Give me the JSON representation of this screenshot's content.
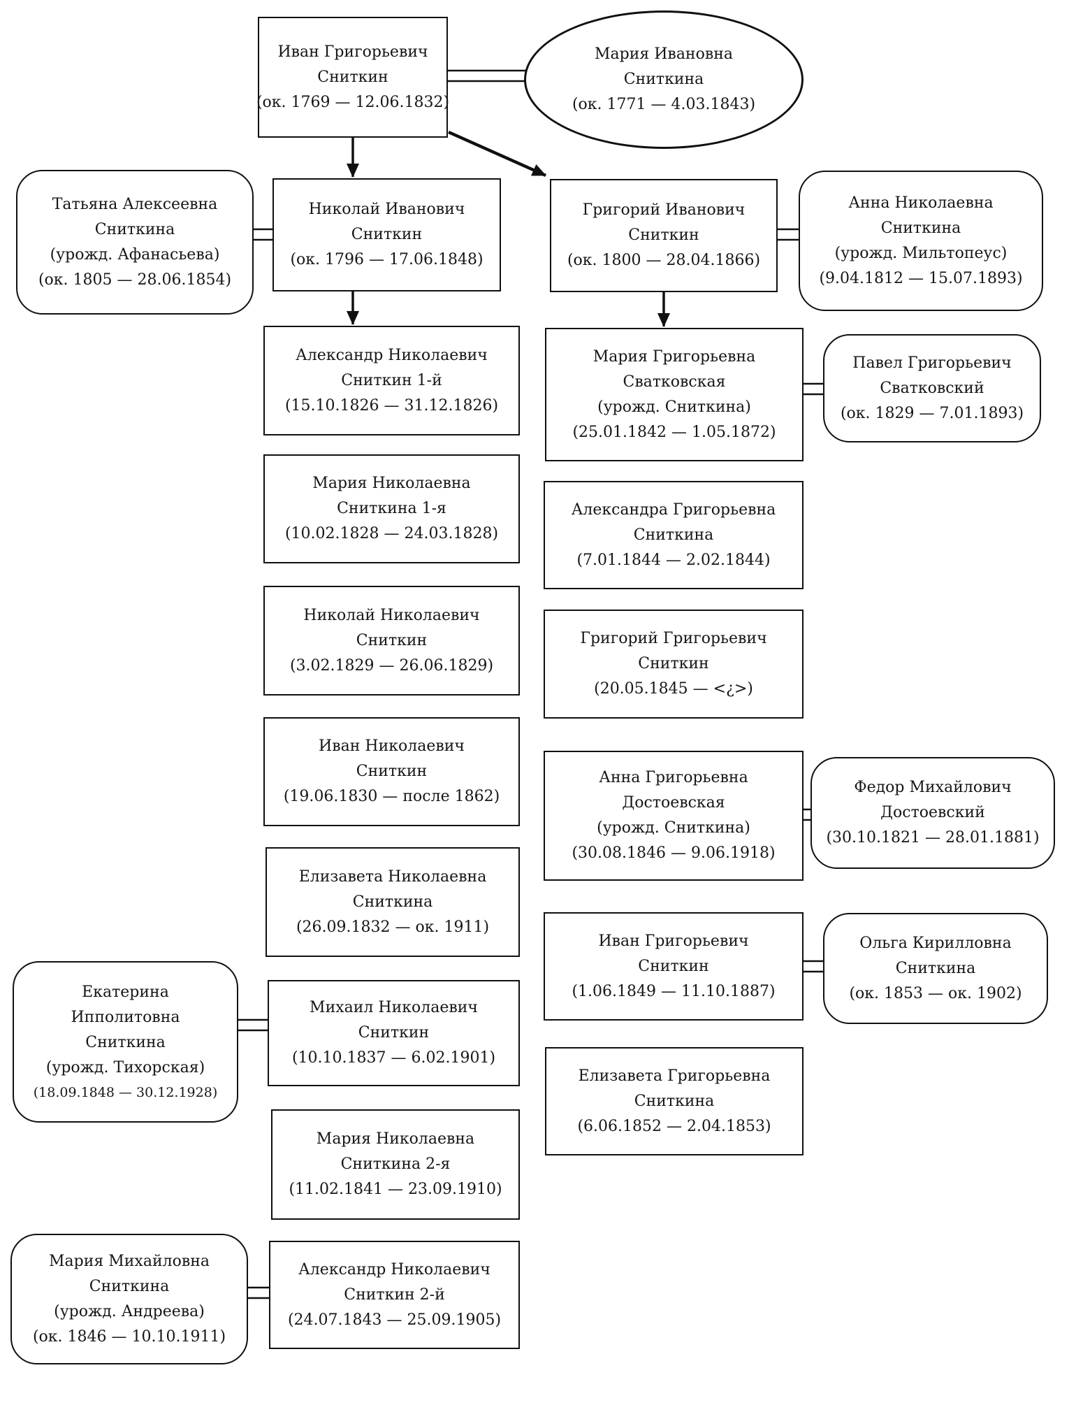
{
  "nodes": [
    {
      "id": "ivan-g-snitkin-sr",
      "lines": [
        "Иван Григорьевич",
        "Сниткин",
        "(ок. 1769 — 12.06.1832)"
      ]
    },
    {
      "id": "maria-i-snitkina",
      "lines": [
        "Мария Ивановна",
        "Сниткина",
        "(ок. 1771 — 4.03.1843)"
      ]
    },
    {
      "id": "tatiana-a-snitkina",
      "lines": [
        "Татьяна Алексеевна",
        "Сниткина",
        "(урожд. Афанасьева)",
        "(ок. 1805 — 28.06.1854)"
      ]
    },
    {
      "id": "nikolai-i-snitkin",
      "lines": [
        "Николай Иванович",
        "Сниткин",
        "(ок. 1796 — 17.06.1848)"
      ]
    },
    {
      "id": "grigory-i-snitkin",
      "lines": [
        "Григорий Иванович",
        "Сниткин",
        "(ок. 1800 — 28.04.1866)"
      ]
    },
    {
      "id": "anna-n-snitkina",
      "lines": [
        "Анна Николаевна",
        "Сниткина",
        "(урожд. Мильтопеус)",
        "(9.04.1812 — 15.07.1893)"
      ]
    },
    {
      "id": "alexander-n-snitkin-1",
      "lines": [
        "Александр Николаевич",
        "Сниткин 1-й",
        "(15.10.1826 — 31.12.1826)"
      ]
    },
    {
      "id": "maria-n-snitkina-1",
      "lines": [
        "Мария Николаевна",
        "Сниткина 1-я",
        "(10.02.1828 — 24.03.1828)"
      ]
    },
    {
      "id": "nikolai-n-snitkin",
      "lines": [
        "Николай Николаевич",
        "Сниткин",
        "(3.02.1829 — 26.06.1829)"
      ]
    },
    {
      "id": "ivan-n-snitkin",
      "lines": [
        "Иван Николаевич",
        "Сниткин",
        "(19.06.1830 — после 1862)"
      ]
    },
    {
      "id": "elizaveta-n-snitkina",
      "lines": [
        "Елизавета Николаевна",
        "Сниткина",
        "(26.09.1832 — ок. 1911)"
      ]
    },
    {
      "id": "ekaterina-i-snitkina",
      "lines": [
        "Екатерина",
        "Ипполитовна",
        "Сниткина",
        "(урожд. Тихорская)",
        "(18.09.1848 — 30.12.1928)"
      ]
    },
    {
      "id": "mikhail-n-snitkin",
      "lines": [
        "Михаил Николаевич",
        "Сниткин",
        "(10.10.1837 — 6.02.1901)"
      ]
    },
    {
      "id": "maria-n-snitkina-2",
      "lines": [
        "Мария Николаевна",
        "Сниткина 2-я",
        "(11.02.1841 — 23.09.1910)"
      ]
    },
    {
      "id": "maria-m-snitkina",
      "lines": [
        "Мария Михайловна",
        "Сниткина",
        "(урожд. Андреева)",
        "(ок. 1846 — 10.10.1911)"
      ]
    },
    {
      "id": "alexander-n-snitkin-2",
      "lines": [
        "Александр Николаевич",
        "Сниткин 2-й",
        "(24.07.1843 — 25.09.1905)"
      ]
    },
    {
      "id": "maria-g-svatkovskaya",
      "lines": [
        "Мария Григорьевна",
        "Сватковская",
        "(урожд. Сниткина)",
        "(25.01.1842 — 1.05.1872)"
      ]
    },
    {
      "id": "pavel-g-svatkovsky",
      "lines": [
        "Павел Григорьевич",
        "Сватковский",
        "(ок. 1829 — 7.01.1893)"
      ]
    },
    {
      "id": "alexandra-g-snitkina",
      "lines": [
        "Александра Григорьевна",
        "Сниткина",
        "(7.01.1844 — 2.02.1844)"
      ]
    },
    {
      "id": "grigory-g-snitkin",
      "lines": [
        "Григорий Григорьевич",
        "Сниткин",
        "(20.05.1845 — <¿>)"
      ]
    },
    {
      "id": "anna-g-dostoevskaya",
      "lines": [
        "Анна Григорьевна",
        "Достоевская",
        "(урожд. Сниткина)",
        "(30.08.1846 — 9.06.1918)"
      ]
    },
    {
      "id": "fyodor-m-dostoevsky",
      "lines": [
        "Федор Михайлович",
        "Достоевский",
        "(30.10.1821 — 28.01.1881)"
      ]
    },
    {
      "id": "ivan-g-snitkin-jr",
      "lines": [
        "Иван Григорьевич",
        "Сниткин",
        "(1.06.1849 — 11.10.1887)"
      ]
    },
    {
      "id": "olga-k-snitkina",
      "lines": [
        "Ольга Кирилловна",
        "Сниткина",
        "(ок. 1853 — ок. 1902)"
      ]
    },
    {
      "id": "elizaveta-g-snitkina",
      "lines": [
        "Елизавета Григорьевна",
        "Сниткина",
        "(6.06.1852 — 2.04.1853)"
      ]
    }
  ],
  "edges": [
    {
      "id": "e1",
      "type": "marriage",
      "between": [
        "ivan-g-snitkin-sr",
        "maria-i-snitkina"
      ]
    },
    {
      "id": "e2",
      "type": "marriage",
      "between": [
        "tatiana-a-snitkina",
        "nikolai-i-snitkin"
      ]
    },
    {
      "id": "e3",
      "type": "marriage",
      "between": [
        "grigory-i-snitkin",
        "anna-n-snitkina"
      ]
    },
    {
      "id": "e4",
      "type": "descent",
      "from": "ivan-g-snitkin-sr",
      "to": "nikolai-i-snitkin"
    },
    {
      "id": "e5",
      "type": "descent",
      "from": "ivan-g-snitkin-sr",
      "to": "grigory-i-snitkin"
    },
    {
      "id": "e6",
      "type": "descent",
      "from": "nikolai-i-snitkin",
      "to": "alexander-n-snitkin-1"
    },
    {
      "id": "e7",
      "type": "descent",
      "from": "grigory-i-snitkin",
      "to": "maria-g-svatkovskaya"
    },
    {
      "id": "e8",
      "type": "marriage",
      "between": [
        "maria-g-svatkovskaya",
        "pavel-g-svatkovsky"
      ]
    },
    {
      "id": "e9",
      "type": "marriage",
      "between": [
        "anna-g-dostoevskaya",
        "fyodor-m-dostoevsky"
      ]
    },
    {
      "id": "e10",
      "type": "marriage",
      "between": [
        "ivan-g-snitkin-jr",
        "olga-k-snitkina"
      ]
    },
    {
      "id": "e11",
      "type": "marriage",
      "between": [
        "ekaterina-i-snitkina",
        "mikhail-n-snitkin"
      ]
    },
    {
      "id": "e12",
      "type": "marriage",
      "between": [
        "maria-m-snitkina",
        "alexander-n-snitkin-2"
      ]
    }
  ]
}
